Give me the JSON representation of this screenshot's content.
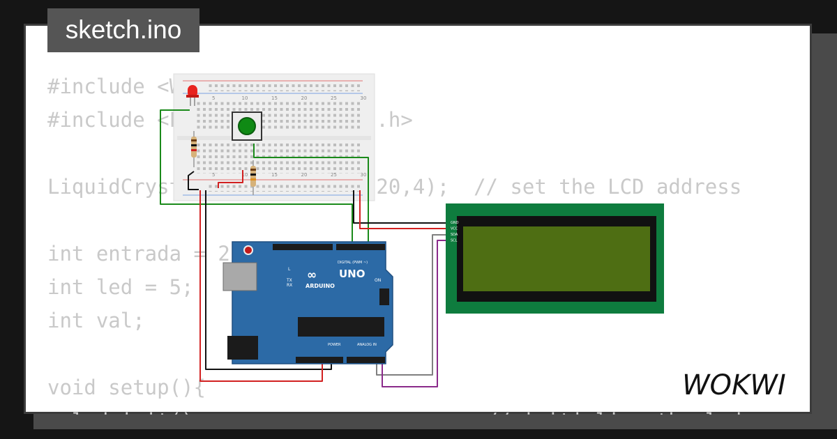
{
  "file_tab": {
    "label": "sketch.ino"
  },
  "code_lines": [
    "#include <Wire.h>",
    "#include <LiquidCrystal_I2C.h>",
    "",
    "LiquidCrystal_I2C lcd(0x27,20,4);  // set the LCD address",
    "",
    "int entrada = 2;",
    "int led = 5;",
    "int val;",
    "",
    "void setup(){",
    "  lcd.init();                       // initialize the lcd"
  ],
  "arduino": {
    "board_name": "UNO",
    "brand": "ARDUINO",
    "on_label": "ON",
    "l_label": "L",
    "tx_label": "TX",
    "rx_label": "RX",
    "digital_label": "DIGITAL (PWM ~)",
    "power_label": "POWER",
    "analog_label": "ANALOG IN"
  },
  "lcd": {
    "pin_labels": [
      "GND",
      "VCC",
      "SDA",
      "SCL"
    ]
  },
  "breadboard": {
    "column_labels": [
      "5",
      "10",
      "15",
      "20",
      "25",
      "30"
    ]
  },
  "logo": {
    "text": "WOKWI"
  },
  "colors": {
    "background": "#151515",
    "card": "#ffffff",
    "arduino_blue": "#2c6aa6",
    "lcd_pcb": "#0e7c3e",
    "lcd_screen": "#4e6e13",
    "wire_red": "#d22020",
    "wire_black": "#111111",
    "wire_green": "#1a8a1a",
    "wire_gray": "#7f7f7f",
    "wire_purple": "#8a2a8a"
  }
}
